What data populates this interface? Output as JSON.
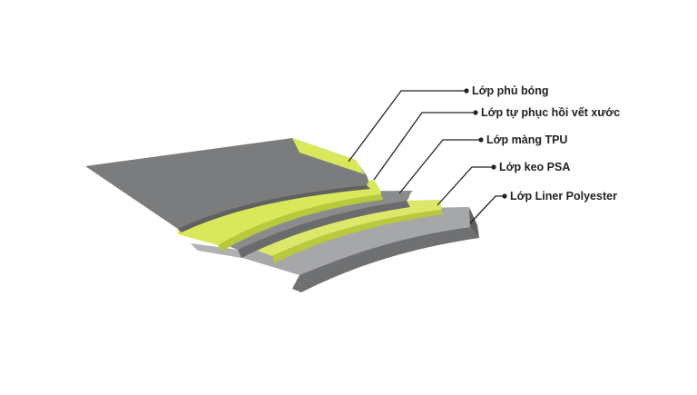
{
  "colors": {
    "background": "#ffffff",
    "film_gray": "#7b7c7e",
    "film_gray_dark": "#5f6062",
    "film_gray_light": "#a6a7a9",
    "accent_yellow": "#d9e85a",
    "accent_yellow_dark": "#b9c93c",
    "leader_line": "#222222",
    "label_text": "#222222"
  },
  "layers": [
    {
      "label": "Lớp phủ bóng"
    },
    {
      "label": "Lớp tự phục hồi vết xước"
    },
    {
      "label": "Lớp màng TPU"
    },
    {
      "label": "Lớp keo PSA"
    },
    {
      "label": "Lớp Liner Polyester"
    }
  ]
}
